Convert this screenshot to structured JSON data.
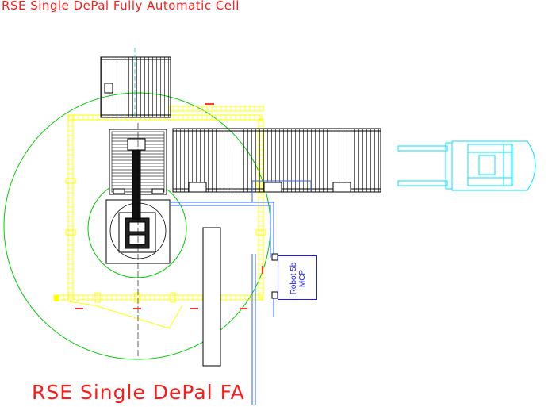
{
  "header": {
    "title": "RSE Single DePal Fully Automatic Cell"
  },
  "footer": {
    "title": "RSE Single DePal FA"
  },
  "panel": {
    "line1": "Robot 5b",
    "line2": "MCP"
  },
  "colors": {
    "title": "#ff1a1a",
    "fence": "#ffff00",
    "reach": "#00cc00",
    "cable": "#3366ff",
    "forklift": "#00e5ff",
    "equipment": "#000000",
    "panel": "#1a1aff"
  },
  "icons": [
    "robot-icon",
    "forklift-icon",
    "conveyor-icon",
    "pallet-icon",
    "control-panel-icon"
  ]
}
